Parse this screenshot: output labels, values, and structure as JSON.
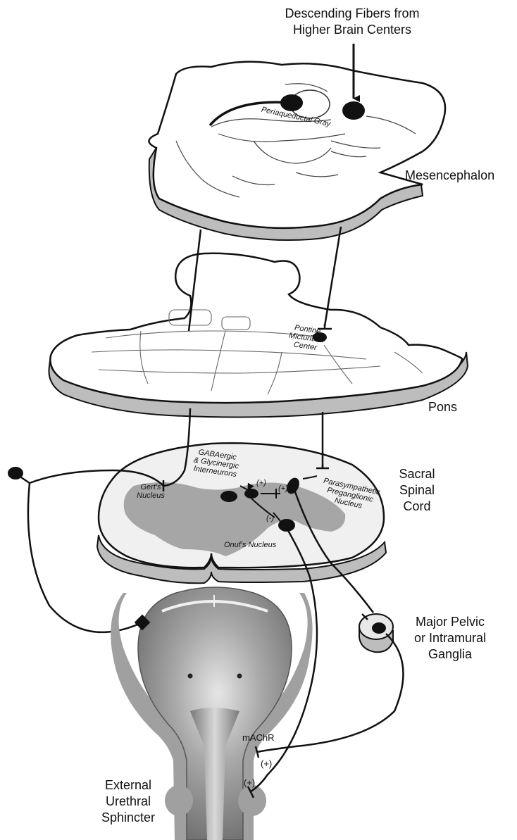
{
  "labels": {
    "descending_fibers": [
      "Descending Fibers from",
      "Higher Brain Centers"
    ],
    "mesencephalon": "Mesencephalon",
    "periaqueductal_gray": "Periaqueductal Gray",
    "pons": "Pons",
    "pontine_micturition_center": [
      "Pontine",
      "Micturition",
      "Center"
    ],
    "sacral_spinal_cord": [
      "Sacral",
      "Spinal",
      "Cord"
    ],
    "gerts_nucleus": [
      "Gert's",
      "Nucleus"
    ],
    "gabaergic_interneurons": [
      "GABAergic",
      "& Glycinergic",
      "Interneurons"
    ],
    "parasympathetic_nucleus": [
      "Parasympathetic",
      "Preganglionic",
      "Nucleus"
    ],
    "onufs_nucleus": "Onuf's Nucleus",
    "major_pelvic_ganglia": [
      "Major Pelvic",
      "or Intramural",
      "Ganglia"
    ],
    "machr": "mAChR",
    "external_urethral_sphincter": [
      "External",
      "Urethral",
      "Sphincter"
    ],
    "sign_plus": "(+)",
    "sign_minus": "(-)"
  },
  "colors": {
    "outline": "#111111",
    "slice_fill": "#ffffff",
    "slice_shadow": "#bdbdbd",
    "cord_fill": "#f0f0f0",
    "gray_matter": "#a6a6a6",
    "bladder": "#8c8c8c",
    "neuron": "#111111"
  }
}
